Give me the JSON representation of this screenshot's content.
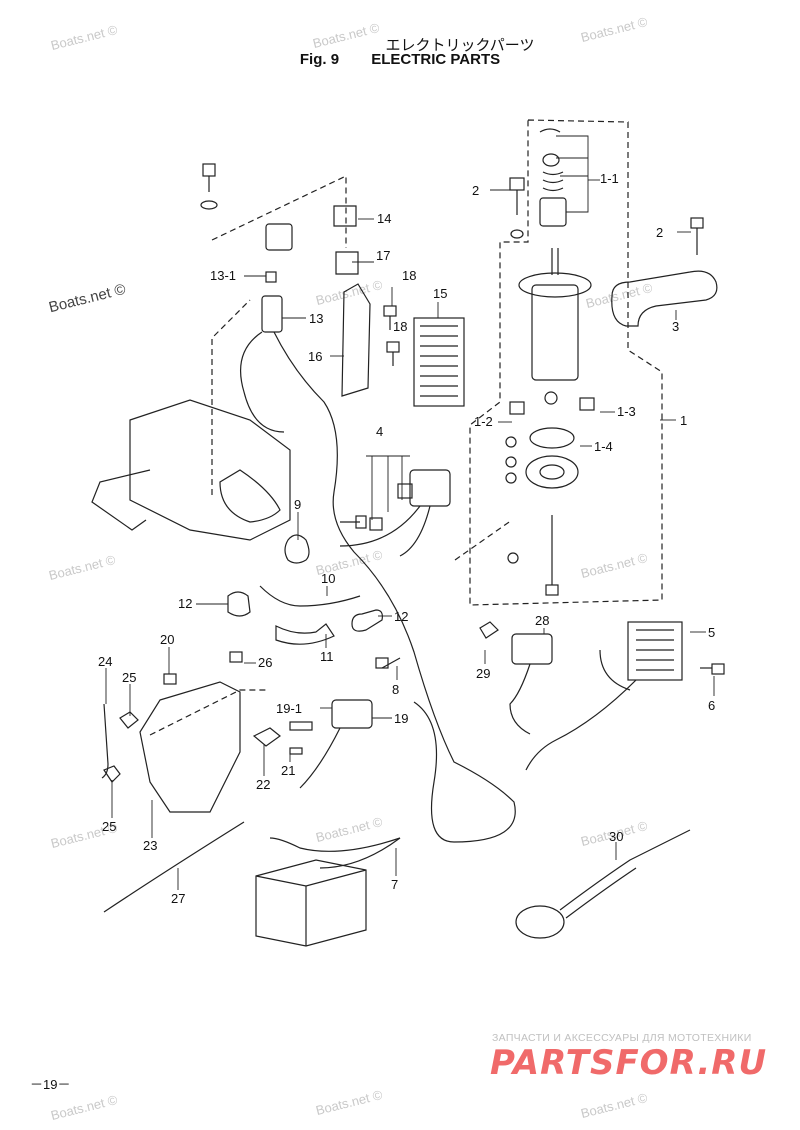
{
  "header": {
    "title_jp": "エレクトリックパーツ",
    "figure_label": "Fig. 9",
    "title_en": "ELECTRIC PARTS"
  },
  "page_number": "－19－",
  "watermark": "Boats.net ©",
  "promo": {
    "tagline": "ЗАПЧАСТИ И АКСЕССУАРЫ ДЛЯ МОТОТЕХНИКИ",
    "brand": "PARTSFOR.RU",
    "brand_color": "#f06a6a"
  },
  "callouts": [
    "1-1",
    "2",
    "14",
    "2",
    "13-1",
    "17",
    "18",
    "15",
    "3",
    "13",
    "16",
    "1-2",
    "1-3",
    "1-4",
    "1",
    "4",
    "9",
    "10",
    "12",
    "12",
    "11",
    "20",
    "26",
    "24",
    "25",
    "8",
    "29",
    "28",
    "5",
    "19-1",
    "19",
    "6",
    "21",
    "22",
    "25",
    "23",
    "27",
    "7",
    "30",
    "18"
  ]
}
